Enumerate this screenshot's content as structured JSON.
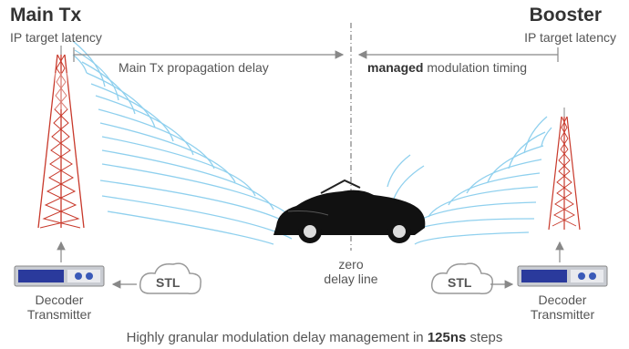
{
  "main_tx": {
    "title": "Main Tx",
    "subtitle": "IP target latency"
  },
  "booster": {
    "title": "Booster",
    "subtitle": "IP target latency"
  },
  "delays": {
    "left_label": "Main Tx propagation delay",
    "right_bold": "managed",
    "right_rest": " modulation timing"
  },
  "zero_line": {
    "line1": "zero",
    "line2": "delay line"
  },
  "left_stl": "STL",
  "right_stl": "STL",
  "left_unit": {
    "line1": "Decoder",
    "line2": "Transmitter"
  },
  "right_unit": {
    "line1": "Decoder",
    "line2": "Transmitter"
  },
  "footer": {
    "before": "Highly granular modulation delay management in ",
    "value": "125",
    "unit": "ns",
    "after": " steps"
  },
  "colors": {
    "tower_red": "#c8392b",
    "wave_blue": "#8fd0ee",
    "arrow_gray": "#888888",
    "text": "#444444"
  }
}
